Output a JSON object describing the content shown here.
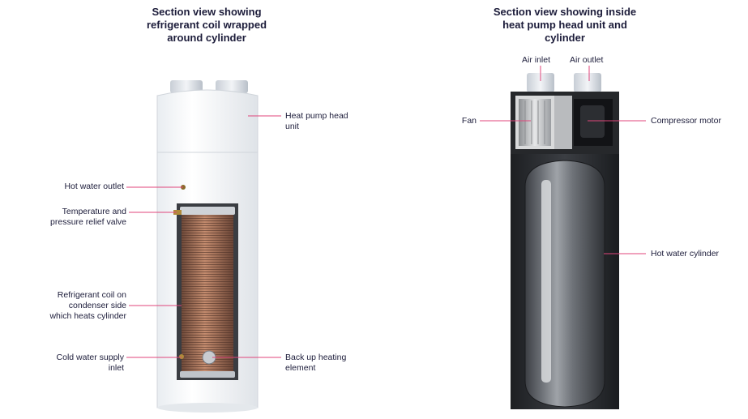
{
  "left_panel": {
    "title_lines": [
      "Section view showing",
      "refrigerant coil wrapped",
      "around cylinder"
    ],
    "labels": {
      "heat_pump_head": [
        "Heat pump head",
        "unit"
      ],
      "hot_water_outlet": [
        "Hot water outlet"
      ],
      "tpr_valve": [
        "Temperature and",
        "pressure relief valve"
      ],
      "refrigerant_coil": [
        "Refrigerant coil on",
        "condenser side",
        "which heats cylinder"
      ],
      "cold_water_inlet": [
        "Cold water supply",
        "inlet"
      ],
      "backup_element": [
        "Back up heating",
        "element"
      ]
    }
  },
  "right_panel": {
    "title_lines": [
      "Section view showing inside",
      "heat pump head unit and",
      "cylinder"
    ],
    "labels": {
      "air_inlet": [
        "Air inlet"
      ],
      "air_outlet": [
        "Air outlet"
      ],
      "fan": [
        "Fan"
      ],
      "compressor_motor": [
        "Compressor motor"
      ],
      "hot_water_cylinder": [
        "Hot water cylinder"
      ]
    }
  },
  "colors": {
    "leader_line": "#e0457b",
    "text": "#1c1c3a",
    "unit_body": "#f4f6f8",
    "coil": "#a56d52",
    "casing_dark": "#2b2d31"
  }
}
